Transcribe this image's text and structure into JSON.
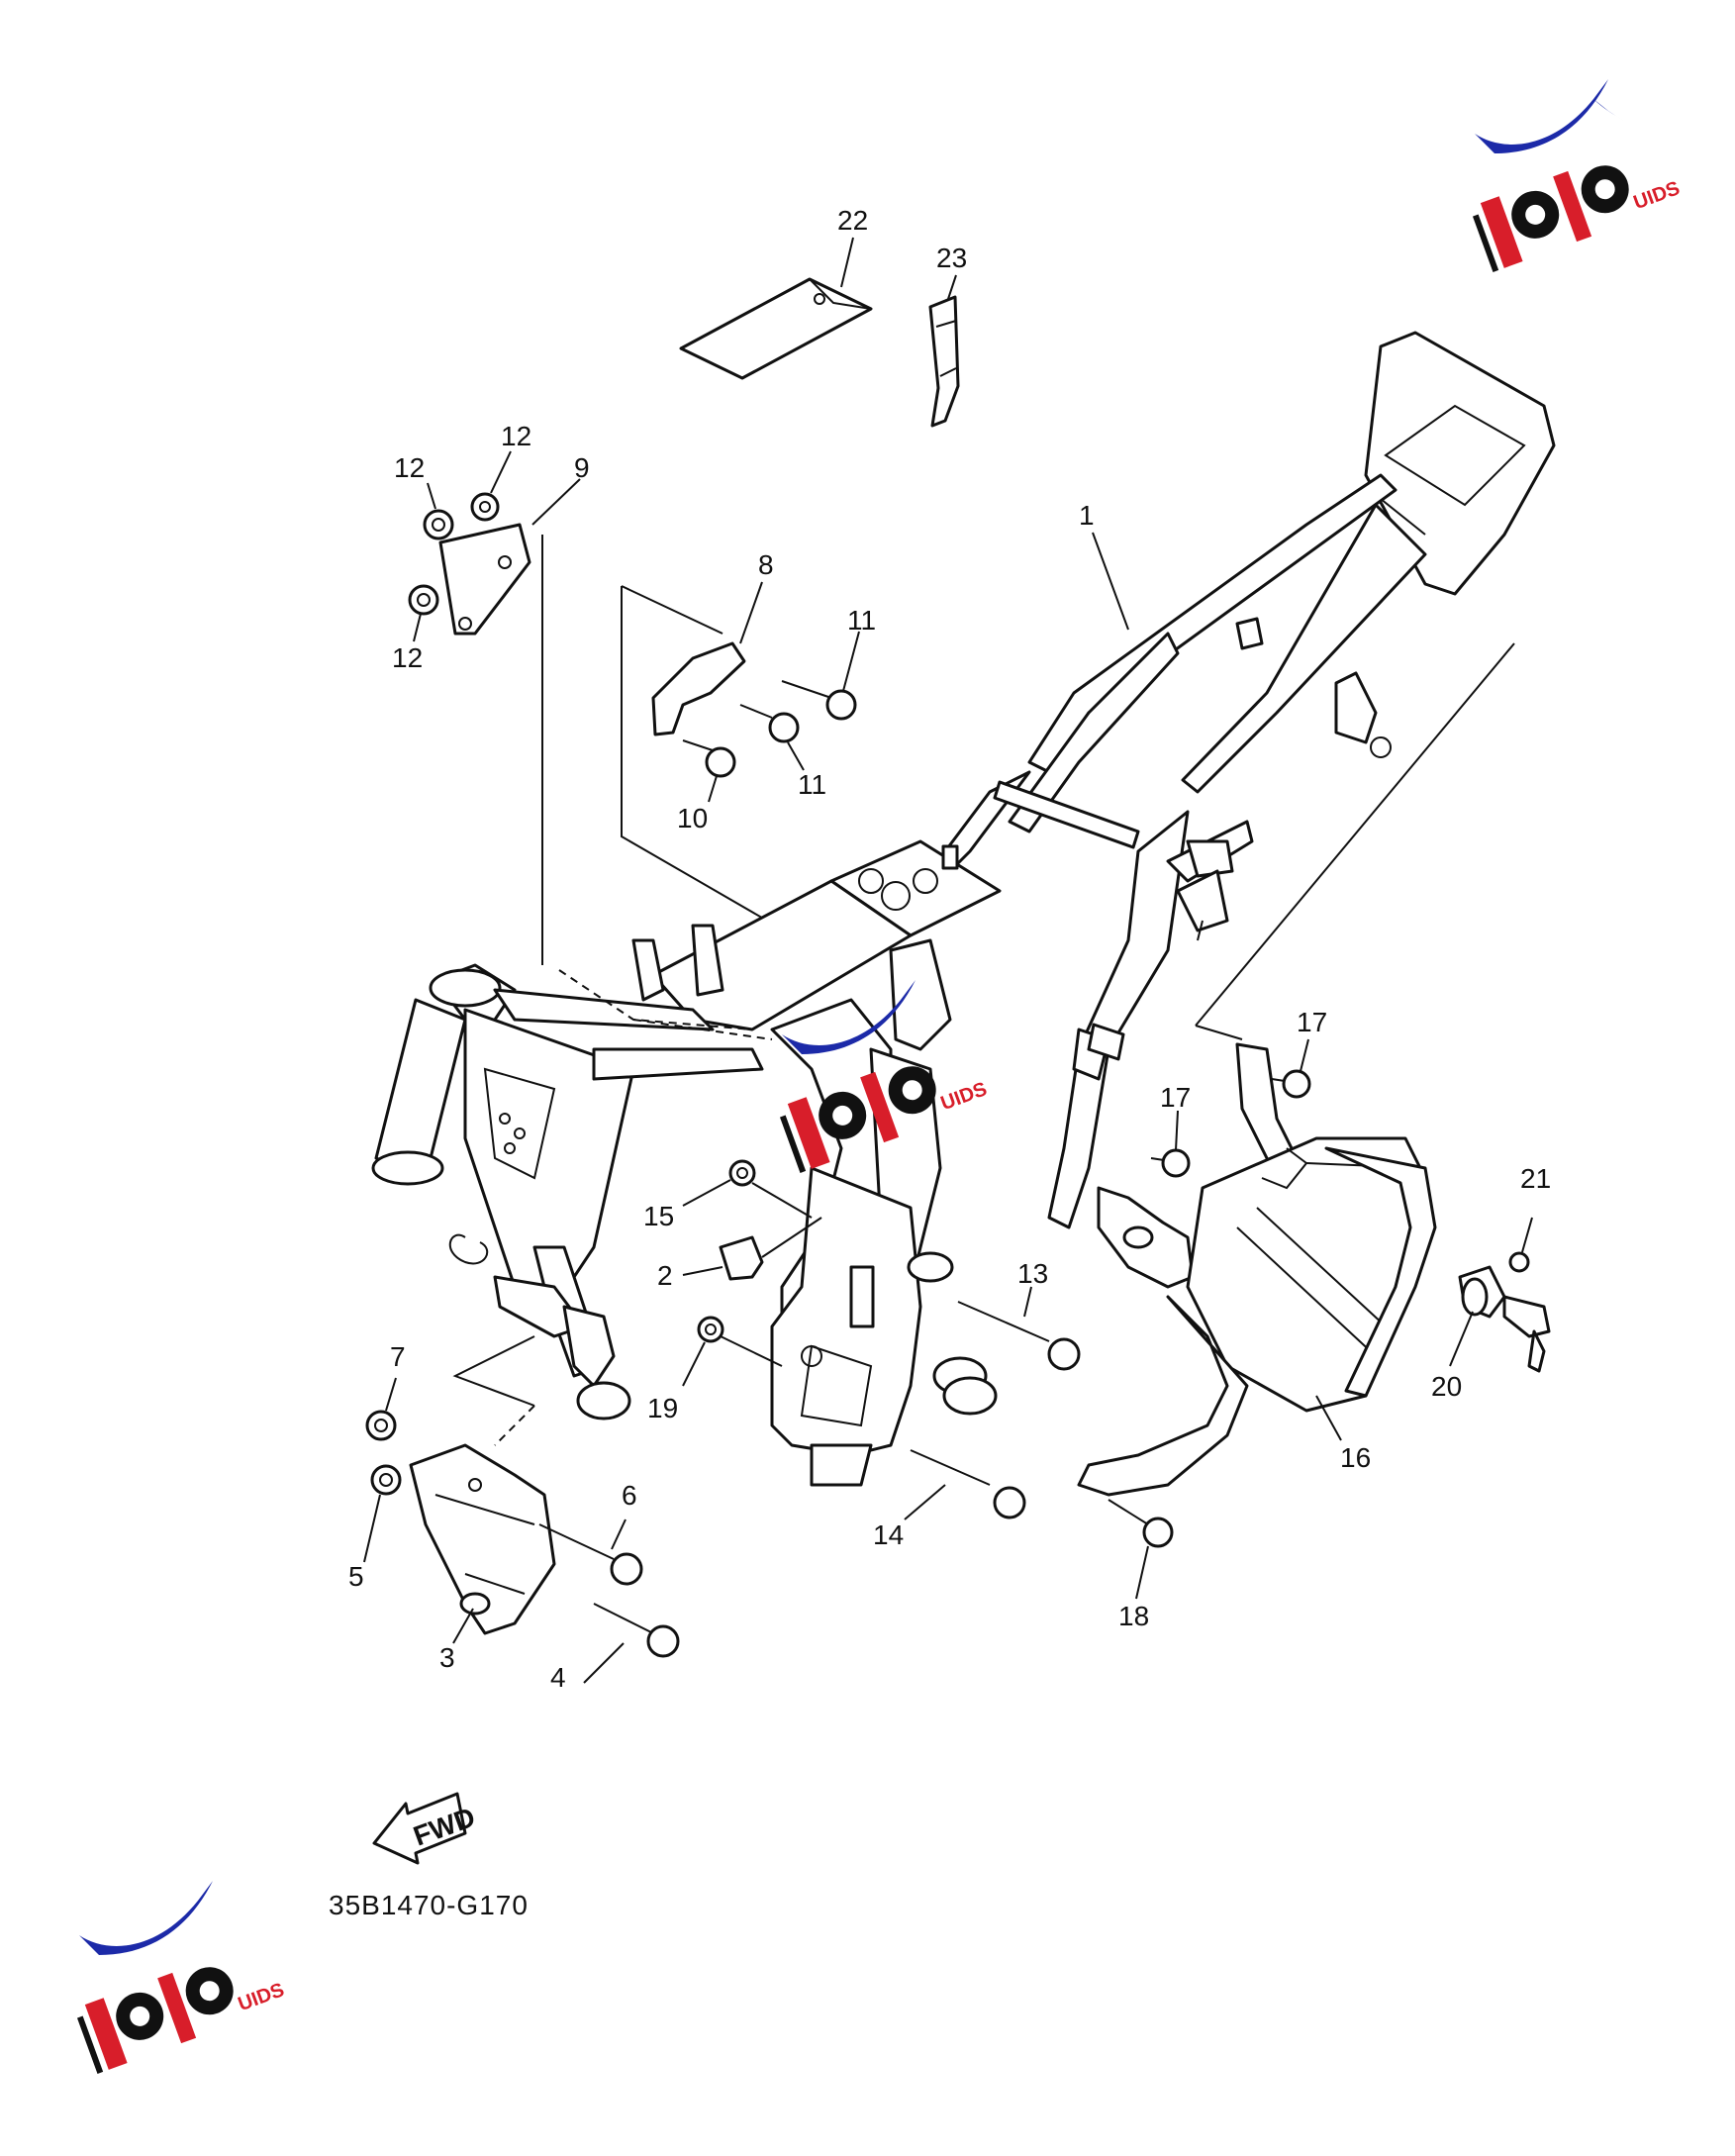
{
  "diagram": {
    "drawing_code": "35B1470-G170",
    "fwd_label": "FWD",
    "callouts": [
      "1",
      "2",
      "3",
      "4",
      "5",
      "6",
      "7",
      "8",
      "9",
      "10",
      "11",
      "11",
      "12",
      "12",
      "12",
      "13",
      "14",
      "15",
      "16",
      "17",
      "17",
      "18",
      "19",
      "20",
      "21",
      "22",
      "23"
    ]
  },
  "watermark": {
    "text_main": "MOTO",
    "text_sub": "UIDS",
    "colors": {
      "red": "#d81e2a",
      "blue": "#1c2aa8",
      "black": "#111111"
    }
  }
}
